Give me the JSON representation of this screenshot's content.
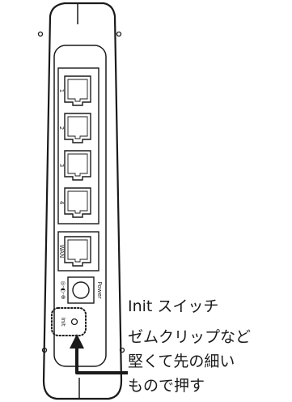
{
  "device": {
    "ports": [
      {
        "label": "1"
      },
      {
        "label": "2"
      },
      {
        "label": "3"
      },
      {
        "label": "4"
      },
      {
        "label": "WAN"
      }
    ],
    "power_label": "Power",
    "power_symbol": "◎-◐-⊕",
    "init_label": "Init"
  },
  "callouts": {
    "init_switch": "Init スイッチ",
    "instruction_lines": [
      "ゼムクリップなど",
      "堅くて先の細い",
      "もので押す"
    ]
  },
  "colors": {
    "line": "#1a1a1a",
    "background": "#ffffff"
  }
}
